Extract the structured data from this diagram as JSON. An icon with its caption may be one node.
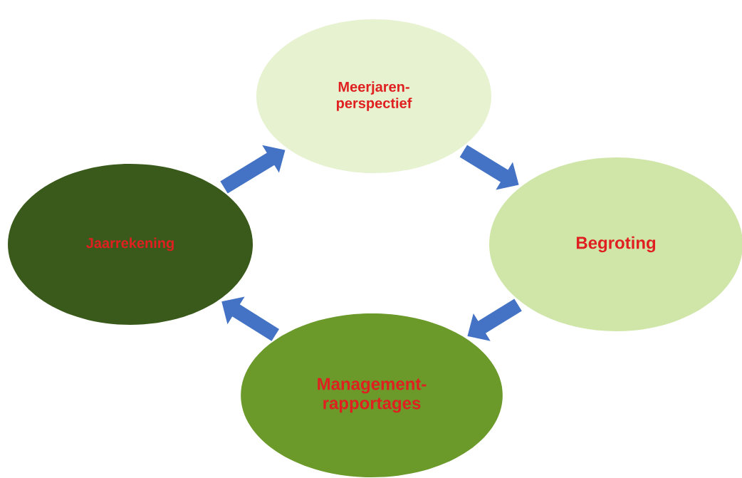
{
  "diagram": {
    "nodes": [
      {
        "text": [
          "Meerjaren- perspectief"
        ]
      },
      {
        "text": [
          "Begroting"
        ]
      },
      {
        "text": [
          "Management- rapportages"
        ]
      },
      {
        "text": [
          "Jaarrekening"
        ]
      }
    ],
    "edges": [
      {
        "from": 0,
        "to": 1,
        "arrow": "to"
      },
      {
        "from": 1,
        "to": 2,
        "arrow": "to"
      },
      {
        "from": 2,
        "to": 3,
        "arrow": "to"
      },
      {
        "from": 3,
        "to": 0,
        "arrow": "to"
      }
    ]
  }
}
